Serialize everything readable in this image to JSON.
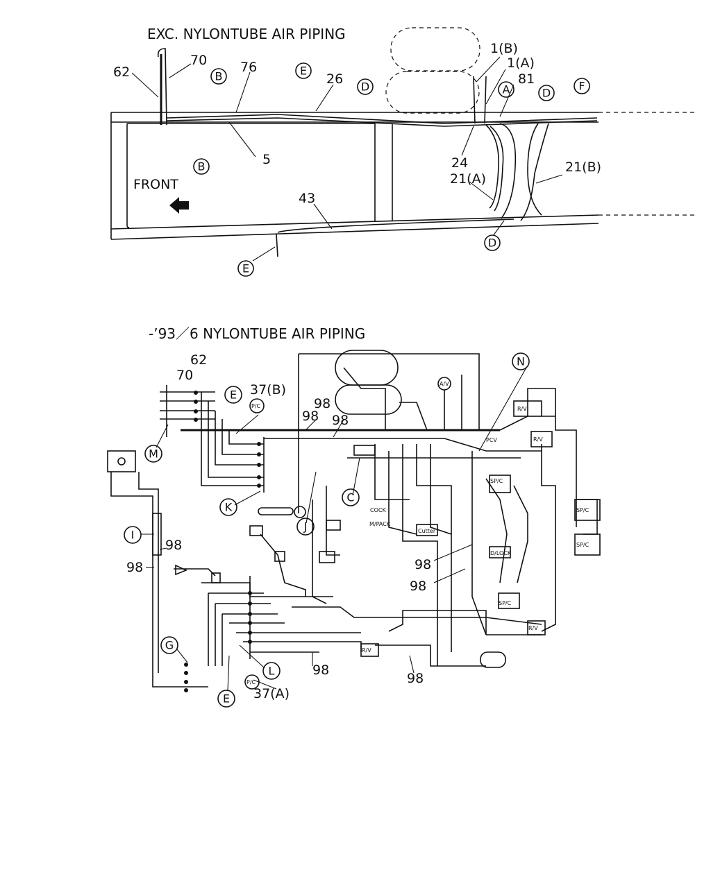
{
  "top_view": {
    "title": "EXC. NYLONTUBE AIR PIPING",
    "front_label": "FRONT",
    "part_numbers": {
      "p62": "62",
      "p70": "70",
      "p76": "76",
      "p26": "26",
      "p1b": "1(B)",
      "p1a": "1(A)",
      "p81": "81",
      "p5": "5",
      "p24": "24",
      "p21a": "21(A)",
      "p21b": "21(B)",
      "p43": "43"
    },
    "callouts": {
      "b1": "B",
      "e1": "E",
      "d1": "D",
      "a1": "A",
      "d2": "D",
      "f1": "F",
      "b2": "B",
      "d3": "D",
      "e2": "E"
    }
  },
  "bottom_view": {
    "title": "-’93／6 NYLONTUBE AIR PIPING",
    "part_numbers": {
      "p62": "62",
      "p70": "70",
      "p37b": "37(B)",
      "p98a": "98",
      "p98b": "98",
      "p98c": "98",
      "p98d": "98",
      "p98e": "98",
      "p98f": "98",
      "p98g": "98",
      "p98h": "98",
      "p98i": "98",
      "p37a": "37(A)"
    },
    "callouts": {
      "n1": "N",
      "e1": "E",
      "m1": "M",
      "k1": "K",
      "c1": "C",
      "j1": "J",
      "i1": "I",
      "g1": "G",
      "l1": "L",
      "e2": "E"
    },
    "component_labels": {
      "cock": "COCK",
      "mpack": "M/PACK",
      "cutter": "Cutter",
      "pcv": "PCV",
      "dlock": "D/LOCK",
      "pc1": "P/C",
      "pc2": "P/C",
      "av": "A/V",
      "rv1": "R/V",
      "rv2": "R/V",
      "rv3": "R/V",
      "rv4": "R/V",
      "spc1": "SP/C",
      "spc2": "SP/C",
      "spc3": "SP/C",
      "spc4": "SP/C"
    }
  }
}
